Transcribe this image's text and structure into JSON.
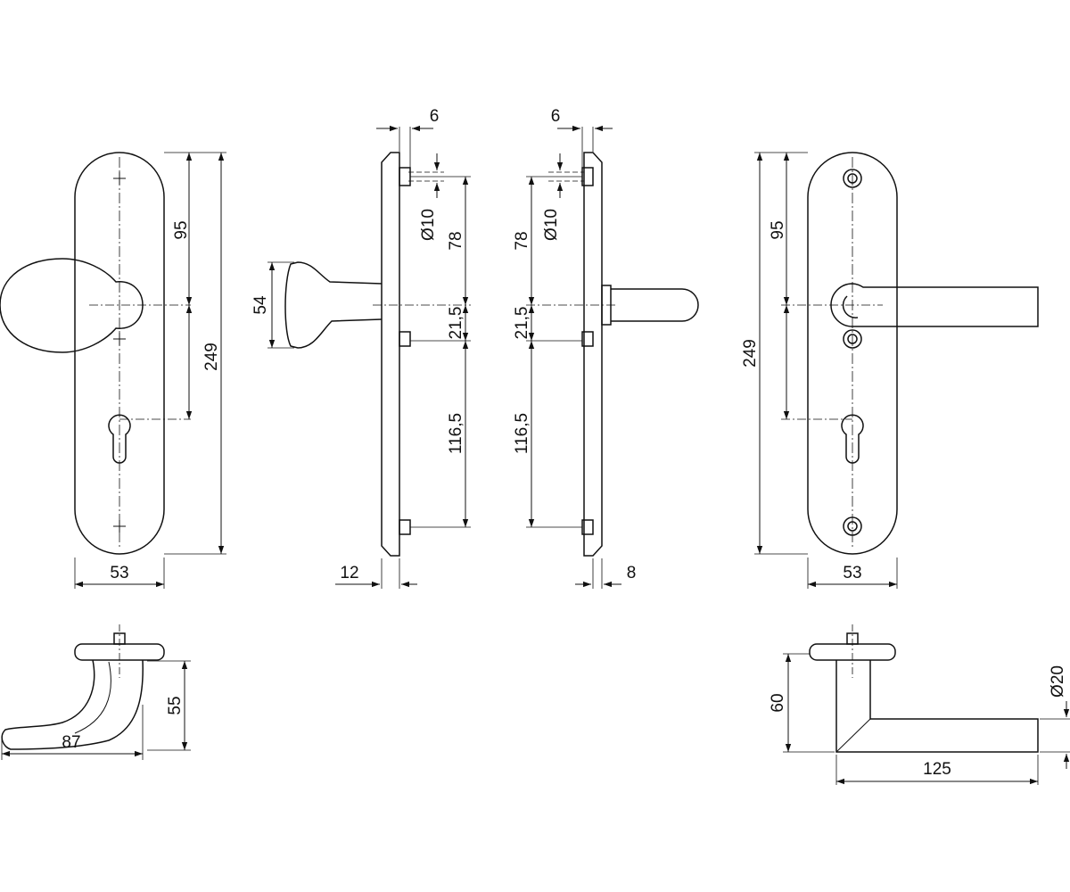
{
  "colors": {
    "line": "#111111",
    "background": "#ffffff"
  },
  "view_1_knob_plate": {
    "plate_height": "249",
    "upper_distance": "95",
    "plate_width": "53"
  },
  "view_2_side_knob": {
    "rosette_thickness": "6",
    "hole_diameter": "Ø10",
    "segment_top": "78",
    "segment_mid": "21,5",
    "segment_bottom": "116,5",
    "knob_height": "54",
    "plate_thickness": "12"
  },
  "view_3_side_lever": {
    "rosette_thickness": "6",
    "hole_diameter": "Ø10",
    "segment_top": "78",
    "segment_mid": "21,5",
    "segment_bottom": "116,5",
    "plate_thickness": "8"
  },
  "view_4_lever_plate": {
    "plate_height": "249",
    "upper_distance": "95",
    "plate_width": "53"
  },
  "view_5_curved_lever": {
    "height": "55",
    "length": "87"
  },
  "view_6_straight_lever": {
    "height": "60",
    "length": "125",
    "diameter": "Ø20"
  }
}
